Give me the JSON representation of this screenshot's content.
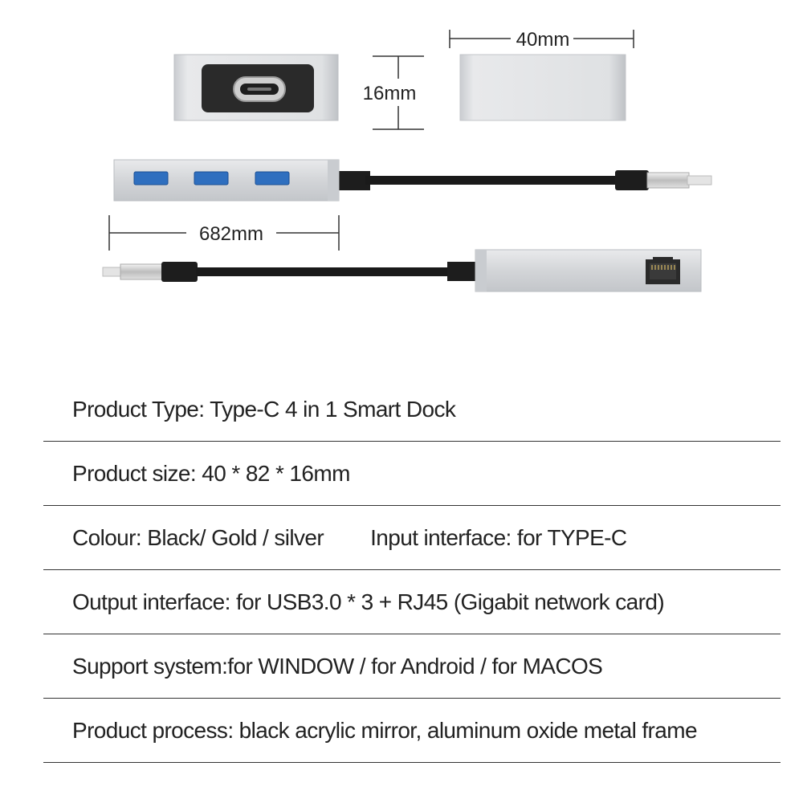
{
  "dimensions": {
    "width_label": "40mm",
    "height_label": "16mm",
    "length_label": "682mm"
  },
  "ports": {
    "top_connector": "type-c-port",
    "usb_ports": [
      "usb-a-port",
      "usb-a-port",
      "usb-a-port"
    ],
    "network_port": "rj45-port"
  },
  "colors": {
    "aluminum": "#d7d9dc",
    "port_blue": "#2f6fbf",
    "cable": "#1a1a1a"
  },
  "specs": [
    {
      "text": "Product Type: Type-C 4 in 1 Smart Dock"
    },
    {
      "text": "Product size:  40 * 82 * 16mm"
    },
    {
      "text": "Colour: Black/ Gold / silver",
      "text2": "Input interface: for  TYPE-C"
    },
    {
      "text": "Output interface: for USB3.0 * 3 + RJ45 (Gigabit network card)"
    },
    {
      "text": "Support system:for  WINDOW / for Android / for MACOS"
    },
    {
      "text": "Product process: black acrylic mirror, aluminum oxide metal frame"
    }
  ]
}
